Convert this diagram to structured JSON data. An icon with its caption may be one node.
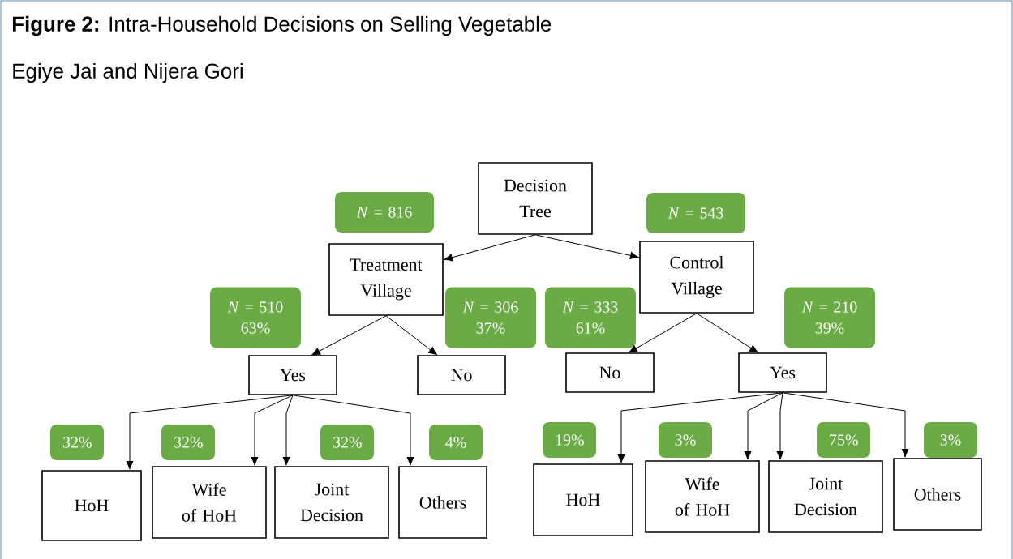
{
  "diagram": {
    "title": "**Figure 2:** Intra-Household Decisions on Selling Vegetable",
    "labels": [
      "Egiye Jai and Nijera Gori"
    ],
    "nodes": [
      {
        "text": [
          "Decision Tree"
        ]
      },
      {
        "text": [
          "*N* = 816"
        ]
      },
      {
        "text": [
          "*N* = 543"
        ]
      },
      {
        "text": [
          "Treatment Village"
        ]
      },
      {
        "text": [
          "Control Village"
        ]
      },
      {
        "text": [
          "*N* = 510",
          "63%"
        ]
      },
      {
        "text": [
          "*N* = 306",
          "37%"
        ]
      },
      {
        "text": [
          "*N* = 333",
          "61%"
        ]
      },
      {
        "text": [
          "*N* = 210",
          "39%"
        ]
      },
      {
        "text": [
          "Yes"
        ]
      },
      {
        "text": [
          "No"
        ]
      },
      {
        "text": [
          "No"
        ]
      },
      {
        "text": [
          "Yes"
        ]
      },
      {
        "text": [
          "32%"
        ]
      },
      {
        "text": [
          "32%"
        ]
      },
      {
        "text": [
          "32%"
        ]
      },
      {
        "text": [
          "4%"
        ]
      },
      {
        "text": [
          "HoH"
        ]
      },
      {
        "text": [
          "Wife of HoH"
        ]
      },
      {
        "text": [
          "Joint Decision"
        ]
      },
      {
        "text": [
          "Others"
        ]
      },
      {
        "text": [
          "19%"
        ]
      },
      {
        "text": [
          "3%"
        ]
      },
      {
        "text": [
          "75%"
        ]
      },
      {
        "text": [
          "3%"
        ]
      },
      {
        "text": [
          "HoH"
        ]
      },
      {
        "text": [
          "Wife of HoH"
        ]
      },
      {
        "text": [
          "Joint Decision"
        ]
      },
      {
        "text": [
          "Others"
        ]
      }
    ],
    "edges": [
      {
        "from": 0,
        "to": 3,
        "arrow": "to"
      },
      {
        "from": 0,
        "to": 4,
        "arrow": "to"
      },
      {
        "from": 3,
        "to": 9,
        "arrow": "to"
      },
      {
        "from": 3,
        "to": 10,
        "arrow": "to"
      },
      {
        "from": 4,
        "to": 11,
        "arrow": "to"
      },
      {
        "from": 4,
        "to": 12,
        "arrow": "to"
      },
      {
        "from": 9,
        "to": 17,
        "arrow": "to"
      },
      {
        "from": 9,
        "to": 18,
        "arrow": "to"
      },
      {
        "from": 9,
        "to": 19,
        "arrow": "to"
      },
      {
        "from": 9,
        "to": 20,
        "arrow": "to"
      },
      {
        "from": 12,
        "to": 25,
        "arrow": "to"
      },
      {
        "from": 12,
        "to": 26,
        "arrow": "to"
      },
      {
        "from": 12,
        "to": 27,
        "arrow": "to"
      },
      {
        "from": 12,
        "to": 28,
        "arrow": "to"
      }
    ]
  }
}
